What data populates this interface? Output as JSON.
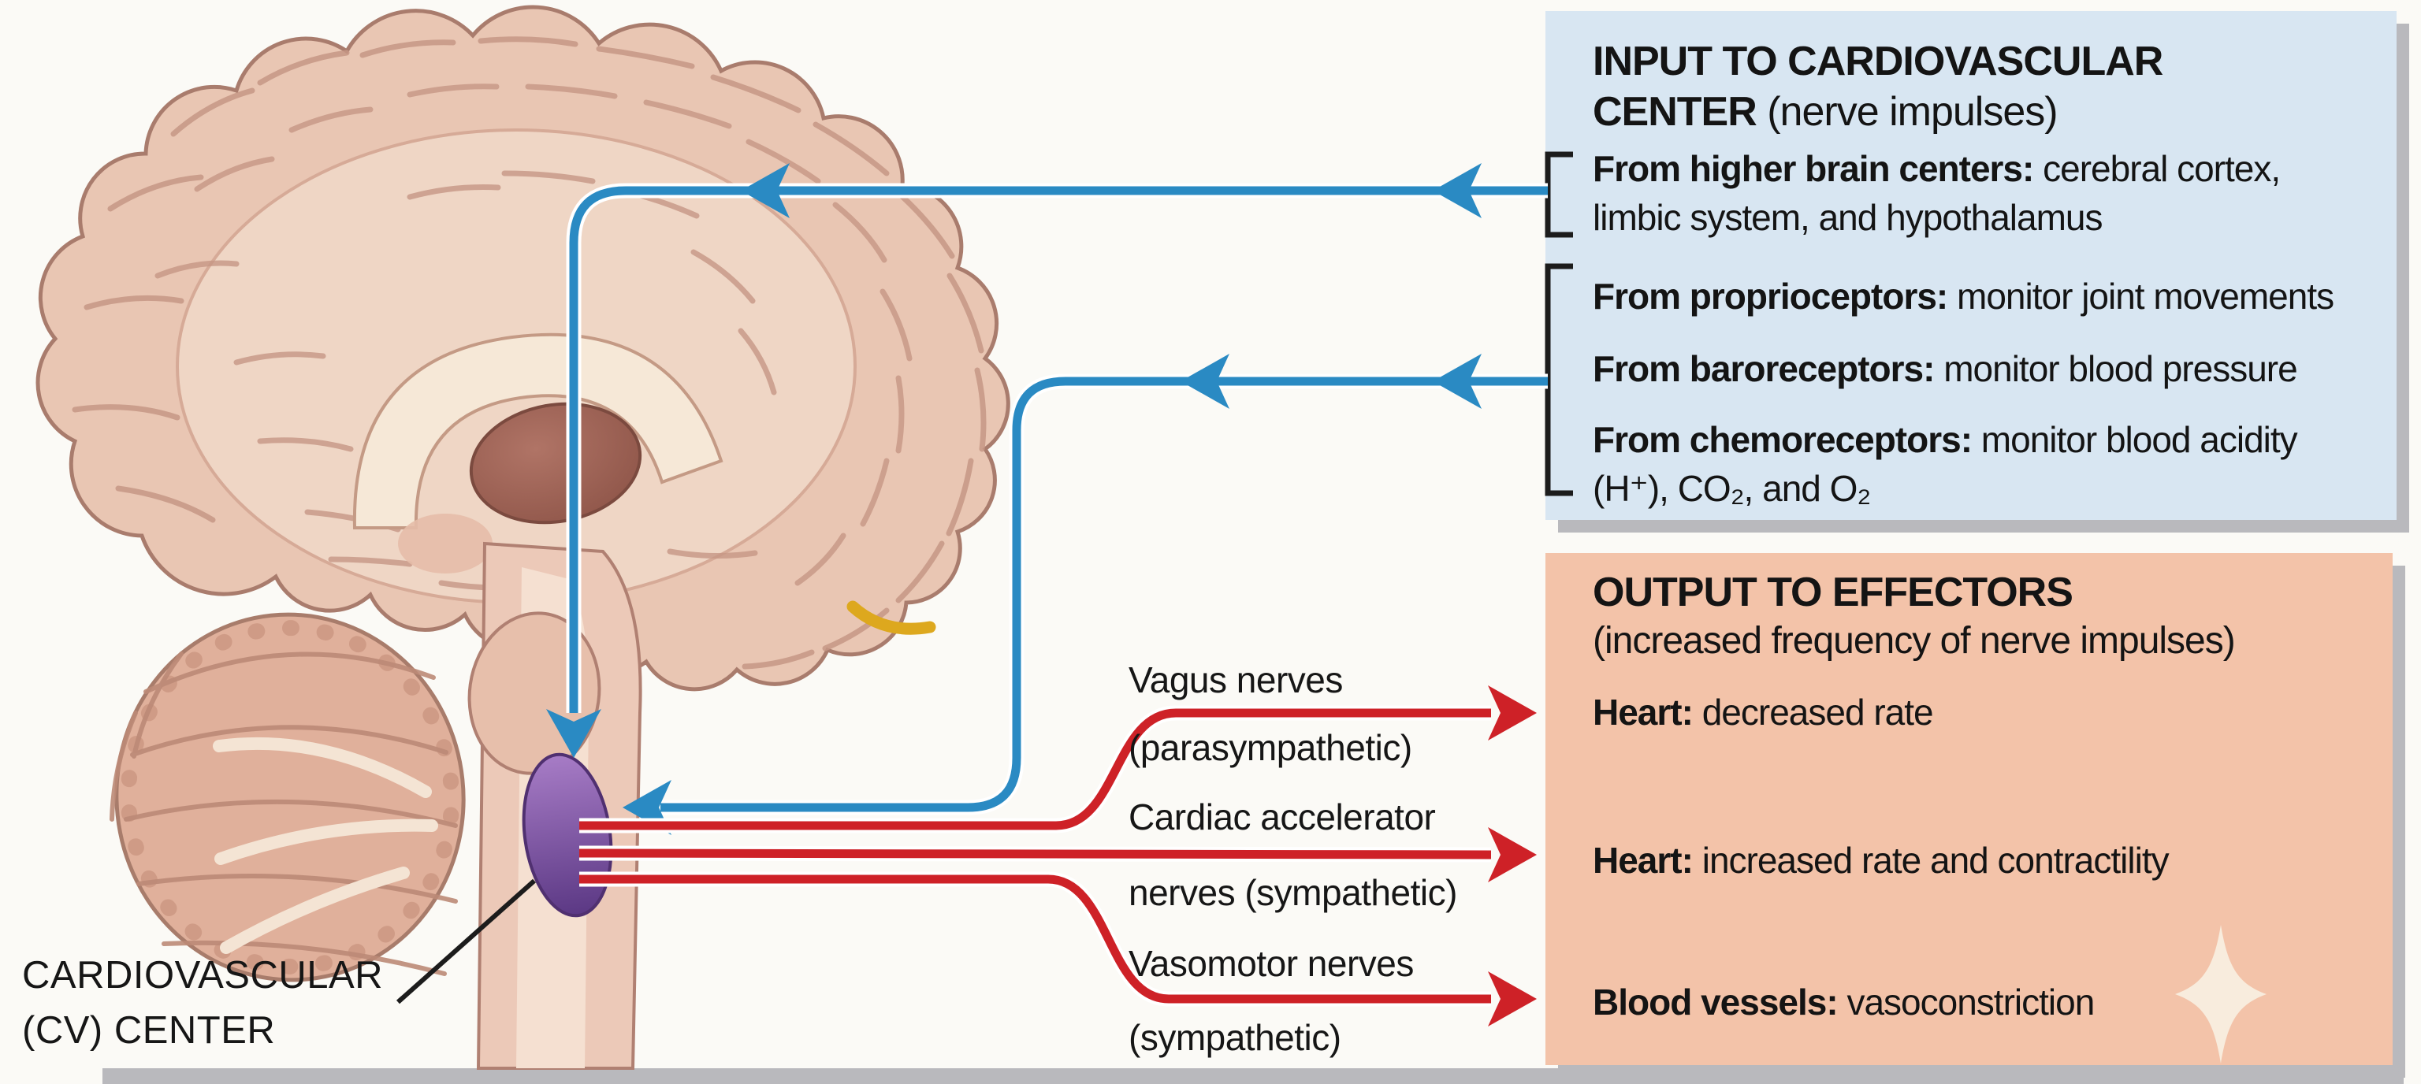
{
  "input_box": {
    "title_rows": [
      {
        "bold": "INPUT TO CARDIOVASCULAR",
        "rest": ""
      },
      {
        "bold": "CENTER",
        "rest": " (nerve impulses)"
      }
    ],
    "rows": [
      {
        "bold": "From higher brain centers:",
        "rest": " cerebral cortex,"
      },
      {
        "bold": "",
        "rest": "limbic system, and hypothalamus"
      },
      {
        "bold": "From proprioceptors:",
        "rest": " monitor joint movements"
      },
      {
        "bold": "From baroreceptors:",
        "rest": " monitor blood pressure"
      },
      {
        "bold": "From chemoreceptors:",
        "rest": " monitor blood acidity"
      },
      {
        "bold": "",
        "rest": "(H⁺), CO₂, and O₂"
      }
    ]
  },
  "output_box": {
    "title_rows": [
      {
        "bold": "OUTPUT TO EFFECTORS",
        "rest": ""
      },
      {
        "bold": "",
        "rest": "(increased frequency of nerve impulses)"
      }
    ],
    "rows": [
      {
        "bold": "Heart:",
        "rest": " decreased rate"
      },
      {
        "bold": "Heart:",
        "rest": " increased rate and contractility"
      },
      {
        "bold": "Blood vessels:",
        "rest": " vasoconstriction"
      }
    ]
  },
  "nerve_labels": [
    {
      "line1": "Vagus nerves",
      "line2": "(parasympathetic)"
    },
    {
      "line1": "Cardiac accelerator",
      "line2": "nerves (sympathetic)"
    },
    {
      "line1": "Vasomotor nerves",
      "line2": "(sympathetic)"
    }
  ],
  "cv_label": {
    "line1": "CARDIOVASCULAR",
    "line2": "(CV) CENTER"
  },
  "colors": {
    "input_box_bg": "#d8e6f2",
    "output_box_bg": "#f3c3a9",
    "arrow_blue": "#2a8ac3",
    "arrow_red": "#ce2127",
    "cv_center_purple": "#7b4fa0",
    "shadow_gray": "#b9b9bd",
    "brain_outline": "#a97c6d"
  },
  "icons": {
    "sparkle": "four-pointed-star"
  }
}
